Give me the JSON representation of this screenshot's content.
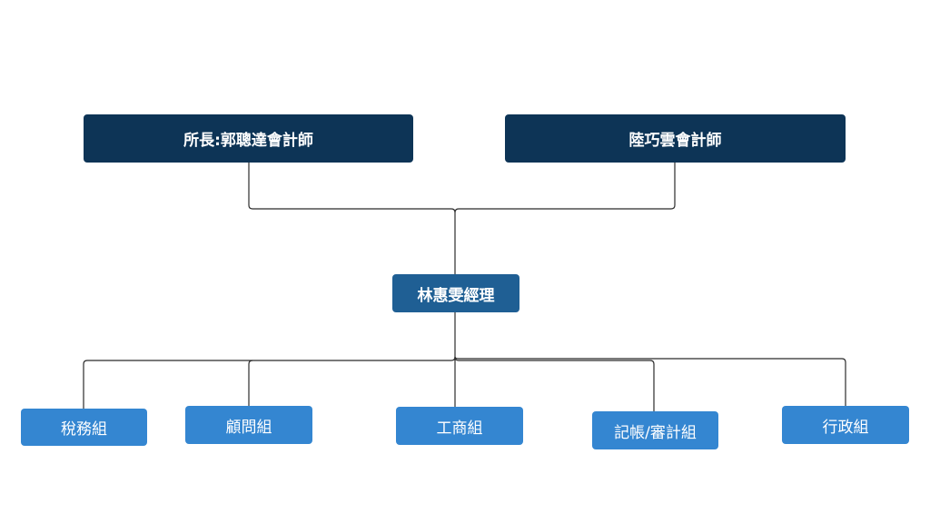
{
  "org": {
    "director": "所長:郭聰達會計師",
    "partner": "陸巧雲會計師",
    "manager": "林惠雯經理",
    "teams": {
      "tax": "稅務組",
      "consulting": "顧問組",
      "business": "工商組",
      "audit": "記帳/審計組",
      "admin": "行政組"
    }
  },
  "colors": {
    "top_level": "#0d3456",
    "manager": "#1f5f94",
    "team": "#3486d1",
    "connector": "#2b2b2b"
  }
}
